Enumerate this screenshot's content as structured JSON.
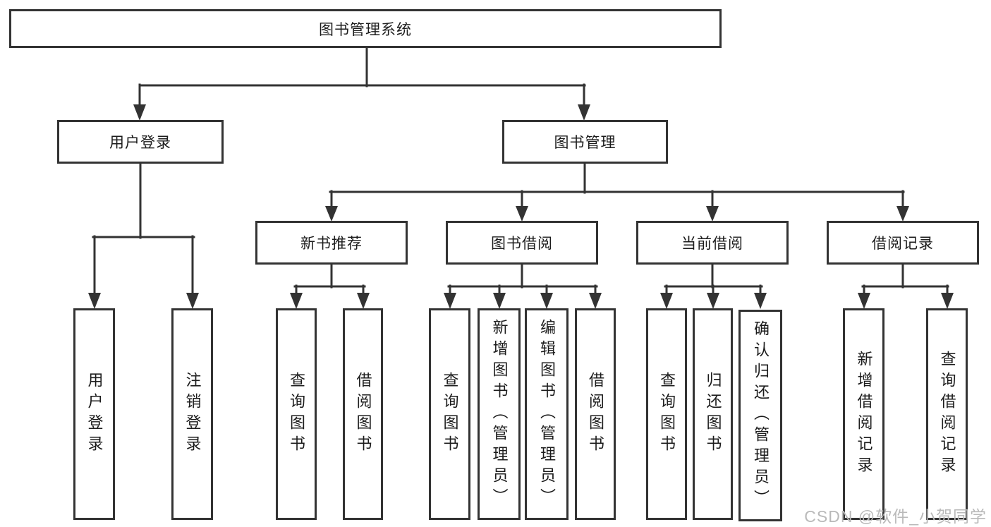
{
  "diagram": {
    "root": {
      "label": "图书管理系统"
    },
    "branches": [
      {
        "label": "用户登录",
        "children": [
          {
            "label": "用户登录"
          },
          {
            "label": "注销登录"
          }
        ]
      },
      {
        "label": "图书管理",
        "children": [
          {
            "label": "新书推荐",
            "children": [
              {
                "label": "查询图书"
              },
              {
                "label": "借阅图书"
              }
            ]
          },
          {
            "label": "图书借阅",
            "children": [
              {
                "label": "查询图书"
              },
              {
                "label": "新增图书（管理员）"
              },
              {
                "label": "编辑图书（管理员）"
              },
              {
                "label": "借阅图书"
              }
            ]
          },
          {
            "label": "当前借阅",
            "children": [
              {
                "label": "查询图书"
              },
              {
                "label": "归还图书"
              },
              {
                "label": "确认归还（管理员）"
              }
            ]
          },
          {
            "label": "借阅记录",
            "children": [
              {
                "label": "新增借阅记录"
              },
              {
                "label": "查询借阅记录"
              }
            ]
          }
        ]
      }
    ]
  },
  "watermark": {
    "text": "CSDN @软件_小贺同学"
  },
  "colors": {
    "line": "#333333",
    "box_border": "#333333",
    "box_fill": "#ffffff",
    "text": "#1c1c1c",
    "watermark": "#b9b9b9",
    "background": "#ffffff"
  }
}
